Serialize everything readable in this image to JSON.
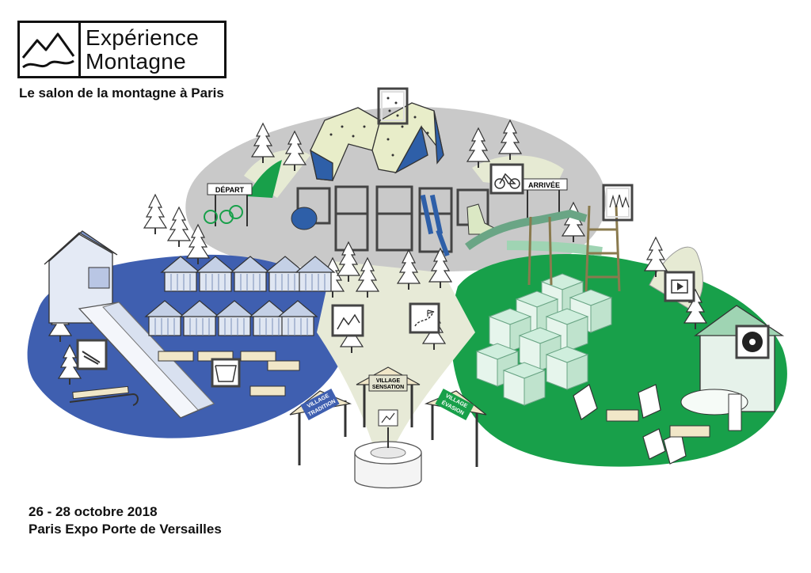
{
  "branding": {
    "logo_line1": "Expérience",
    "logo_line2": "Montagne",
    "tagline": "Le salon de la montagne à Paris"
  },
  "event": {
    "dates": "26 - 28 octobre 2018",
    "venue": "Paris Expo Porte de Versailles"
  },
  "signs": {
    "depart": "DÉPART",
    "arrivee": "ARRIVÉE",
    "village_tradition_1": "VILLAGE",
    "village_tradition_2": "TRADITION",
    "village_sensation_1": "VILLAGE",
    "village_sensation_2": "SENSATION",
    "village_evasion_1": "VILLAGE",
    "village_evasion_2": "ÉVASION"
  },
  "zones": [
    {
      "name": "tradition",
      "color": "#3f5fb0"
    },
    {
      "name": "sensation",
      "color": "#c9c9c9"
    },
    {
      "name": "evasion",
      "color": "#18a04a"
    }
  ],
  "icons": [
    "climbing-wall-icon",
    "bike-icon",
    "forest-icon",
    "video-icon",
    "music-icon",
    "sled-icon",
    "food-icon",
    "map-icon",
    "trail-icon",
    "info-map-icon"
  ]
}
